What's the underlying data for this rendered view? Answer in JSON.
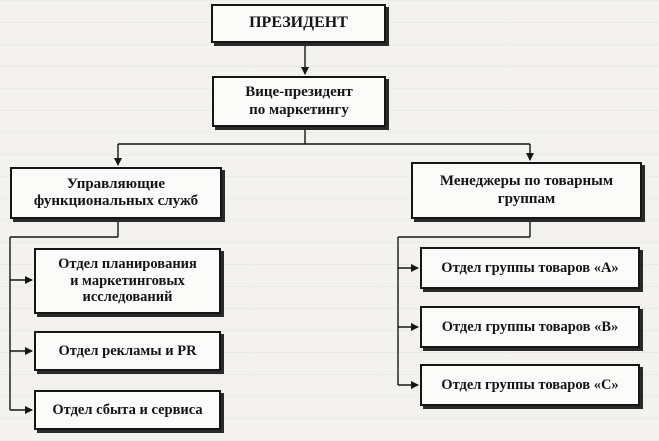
{
  "nodes": {
    "president": "ПРЕЗИДЕНТ",
    "vp_marketing": "Вице-президент\nпо маркетингу",
    "functional_managers": "Управляющие\nфункциональных служб",
    "product_managers": "Менеджеры по товарным\nгруппам",
    "dept_planning": "Отдел планирования\nи маркетинговых\nисследований",
    "dept_advertising": "Отдел рекламы и PR",
    "dept_sales": "Отдел сбыта и сервиса",
    "dept_group_a": "Отдел группы товаров «А»",
    "dept_group_b": "Отдел группы товаров «В»",
    "dept_group_c": "Отдел группы товаров «С»"
  },
  "colors": {
    "line": "#161616",
    "box_fill": "#fbfbf9",
    "page": "#f3f2ee"
  }
}
